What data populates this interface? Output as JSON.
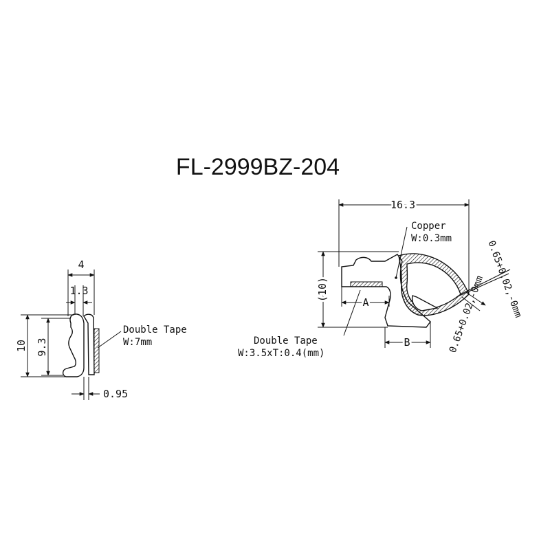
{
  "title": "FL-2999BZ-204",
  "left_profile": {
    "width": "4",
    "inner_width": "1.3",
    "height": "10",
    "inner_height": "9.3",
    "thickness": "0.95",
    "tape_label": "Double Tape",
    "tape_spec": "W:7mm"
  },
  "right_profile": {
    "width": "16.3",
    "height": "(10)",
    "dim_a": "A",
    "dim_b": "B",
    "copper_label": "Copper",
    "copper_spec": "W:0.3mm",
    "tape_label": "Double Tape",
    "tape_spec": "W:3.5xT:0.4(mm)",
    "tol_top": "0.65+0.02,-0mm",
    "tol_bottom": "0.65+0.02,-0mm"
  }
}
